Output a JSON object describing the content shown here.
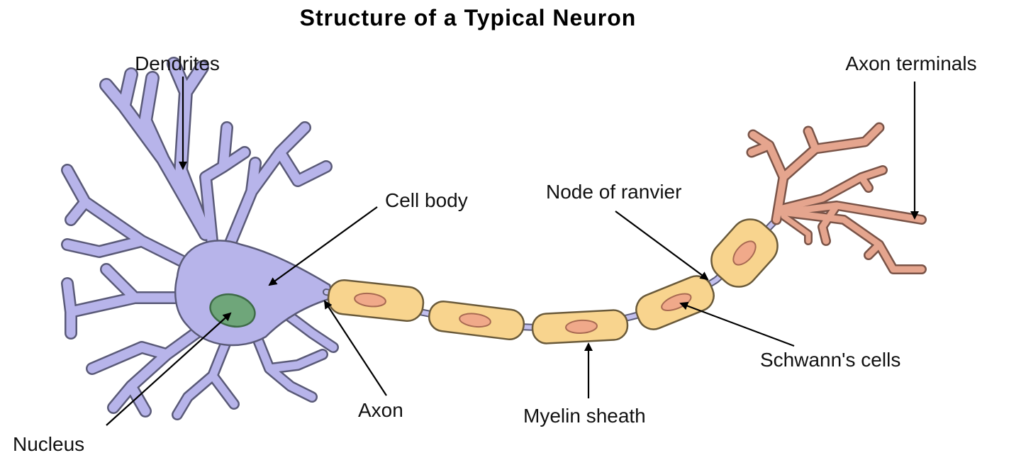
{
  "title": "Structure of a Typical Neuron",
  "labels": {
    "dendrites": "Dendrites",
    "axon_terminals": "Axon terminals",
    "cell_body": "Cell body",
    "node_of_ranvier": "Node of ranvier",
    "schwanns_cells": "Schwann's cells",
    "myelin_sheath": "Myelin sheath",
    "axon": "Axon",
    "nucleus": "Nucleus"
  },
  "colors": {
    "cell_body": "#b7b4ea",
    "nucleus": "#6fa67a",
    "myelin": "#f8d48e",
    "schwann_nucleus": "#f0a98a",
    "axon_terminals": "#e5a58e",
    "outline": "#5a5a78"
  }
}
